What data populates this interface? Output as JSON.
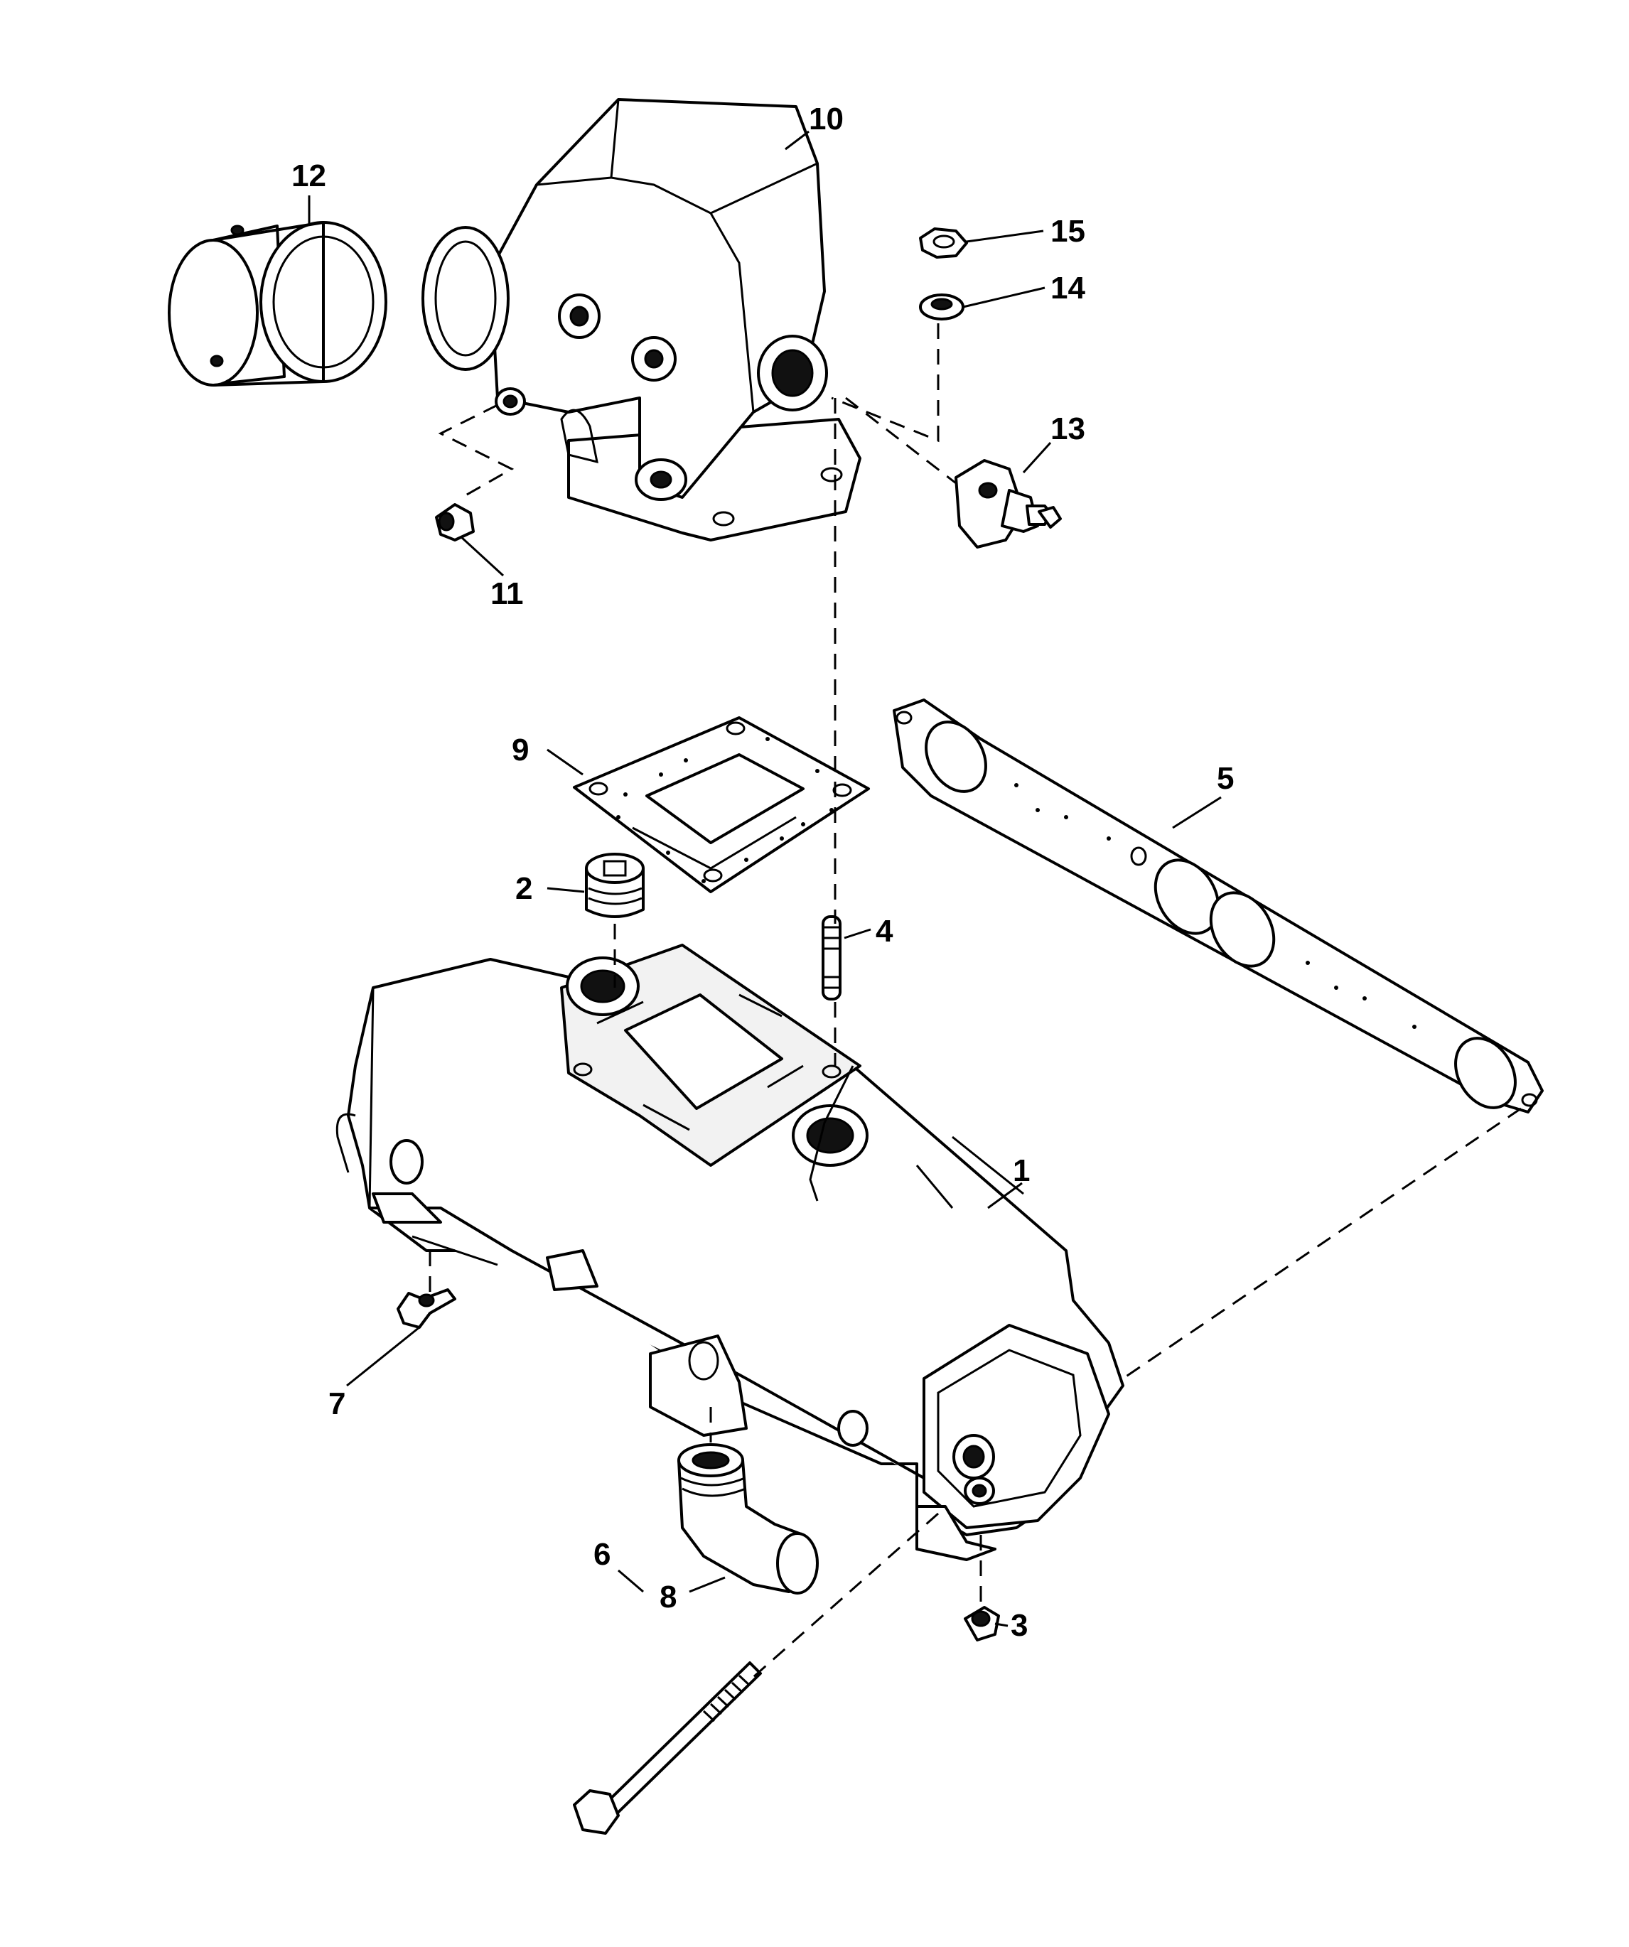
{
  "diagram": {
    "type": "exploded-parts-view",
    "callouts": [
      {
        "id": "1",
        "label": "1"
      },
      {
        "id": "2",
        "label": "2"
      },
      {
        "id": "3",
        "label": "3"
      },
      {
        "id": "4",
        "label": "4"
      },
      {
        "id": "5",
        "label": "5"
      },
      {
        "id": "6",
        "label": "6"
      },
      {
        "id": "7",
        "label": "7"
      },
      {
        "id": "8",
        "label": "8"
      },
      {
        "id": "9",
        "label": "9"
      },
      {
        "id": "10",
        "label": "10"
      },
      {
        "id": "11",
        "label": "11"
      },
      {
        "id": "12",
        "label": "12"
      },
      {
        "id": "13",
        "label": "13"
      },
      {
        "id": "14",
        "label": "14"
      },
      {
        "id": "15",
        "label": "15"
      }
    ]
  }
}
